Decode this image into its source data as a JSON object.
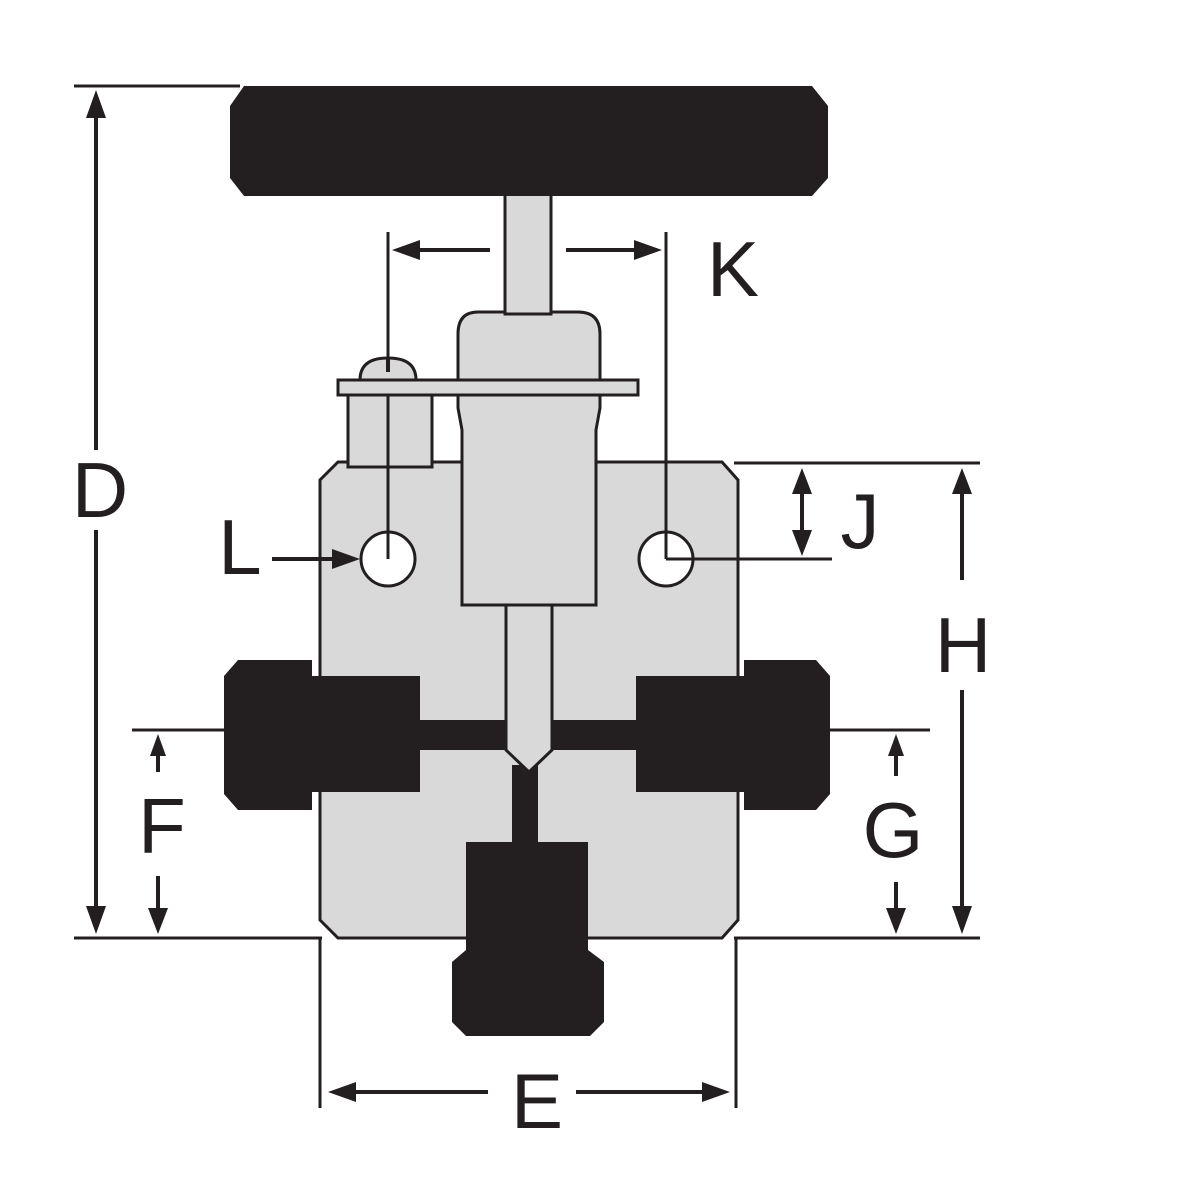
{
  "diagram": {
    "colors": {
      "body_fill": "#d9d9d9",
      "outline": "#231f20",
      "fitting_fill": "#231f20",
      "background": "#ffffff"
    },
    "dimensions": {
      "D": "D",
      "E": "E",
      "F": "F",
      "G": "G",
      "H": "H",
      "J": "J",
      "K": "K",
      "L": "L"
    }
  }
}
